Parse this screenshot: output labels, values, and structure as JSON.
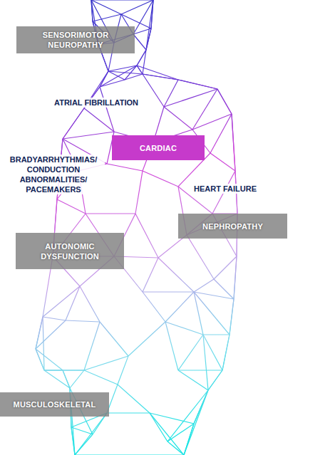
{
  "diagram": {
    "nodes": [
      {
        "text": [
          "SENSORIMOTOR NEUROPATHY"
        ]
      },
      {
        "text": [
          "CARDIAC"
        ]
      },
      {
        "text": [
          "NEPHROPATHY"
        ]
      },
      {
        "text": [
          "AUTONOMIC DYSFUNCTION"
        ]
      },
      {
        "text": [
          "MUSCULOSKELETAL"
        ]
      }
    ],
    "labels": [
      "ATRIAL FIBRILLATION",
      "BRADYARRHYTHMIAS/ CONDUCTION ABNORMALITIES/ PACEMAKERS",
      "HEART FAILURE"
    ]
  }
}
